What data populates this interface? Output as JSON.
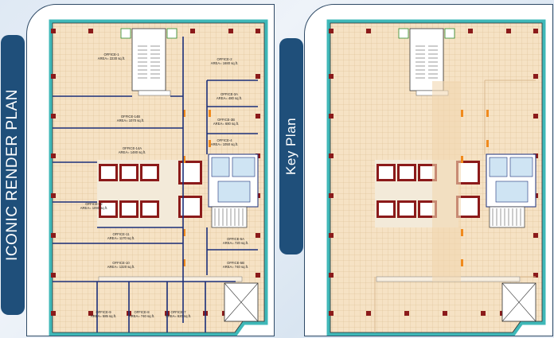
{
  "side_tabs": {
    "left": "ICONIC RENDER PLAN",
    "right": "Key Plan"
  },
  "plan": {
    "offices": [
      {
        "name": "OFFICE-1",
        "area": "AREA= 2230 sq.ft."
      },
      {
        "name": "OFFICE-2",
        "area": "AREA= 1680 sq.ft."
      },
      {
        "name": "OFFICE-3A",
        "area": "AREA= 480 sq.ft."
      },
      {
        "name": "OFFICE-3B",
        "area": "AREA= 680 sq.ft."
      },
      {
        "name": "OFFICE-4",
        "area": "AREA= 1050 sq.ft."
      },
      {
        "name": "OFFICE-14B",
        "area": "AREA= 1070 sq.ft."
      },
      {
        "name": "OFFICE-14A",
        "area": "AREA= 1480 sq.ft."
      },
      {
        "name": "OFFICE-12",
        "area": "AREA= 1090 sq.ft."
      },
      {
        "name": "OFFICE-11",
        "area": "AREA= 1170 sq.ft."
      },
      {
        "name": "OFFICE-10",
        "area": "AREA= 1320 sq.ft."
      },
      {
        "name": "OFFICE-5A",
        "area": "AREA= 720 sq.ft."
      },
      {
        "name": "OFFICE-5B",
        "area": "AREA= 740 sq.ft."
      },
      {
        "name": "OFFICE-9",
        "area": "AREA= 585 sq.ft."
      },
      {
        "name": "OFFICE-8",
        "area": "AREA= 740 sq.ft."
      },
      {
        "name": "OFFICE-7",
        "area": "AREA= 620 sq.ft."
      }
    ]
  }
}
